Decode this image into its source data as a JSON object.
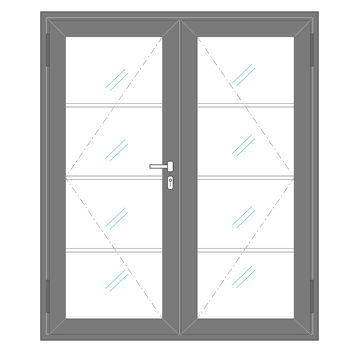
{
  "drawing": {
    "subject": "double-door-elevation",
    "leaves": [
      {
        "side": "left",
        "hinge": "left",
        "glass_bars": 3,
        "opening_indicator": "diamond"
      },
      {
        "side": "right",
        "hinge": "right",
        "glass_bars": 3,
        "opening_indicator": "diamond"
      }
    ],
    "hardware": {
      "handle": "lever-handle",
      "lock": "cylinder-lock",
      "hinges_per_leaf": 2
    },
    "colors": {
      "frame": "#7a7a7a",
      "frame_edge": "#5a5a5a",
      "frame_inner_line": "#b8b8b8",
      "glass": "#ffffff",
      "glass_bar_line": "#9a9a9a",
      "opening_line": "#b0b0b0",
      "glass_reflection": "#7fd4c8",
      "background": "#ffffff"
    }
  }
}
